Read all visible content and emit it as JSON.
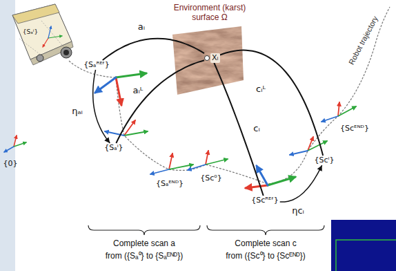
{
  "diagram": {
    "nodes": [
      {
        "text": [
          "Environment (karst) surface Ω"
        ]
      },
      {
        "text": [
          "Xᵢ"
        ],
        "in": 0
      },
      {
        "text": [
          "{Sₐᴿᴱᶠ}"
        ]
      },
      {
        "text": [
          "{Sₐⁱ}"
        ]
      },
      {
        "text": [
          "{Sₐᴱᴺᴰ}"
        ]
      },
      {
        "text": [
          "{Sᴄ⁰}"
        ]
      },
      {
        "text": [
          "{Sᴄᴿᴱᶠ}"
        ]
      },
      {
        "text": [
          "{Sᴄⁱ}"
        ]
      },
      {
        "text": [
          "{Sᴄᴱᴺᴰ}"
        ]
      }
    ],
    "edges": [
      {
        "from": 2,
        "to": 1,
        "label": "aᵢ",
        "arrow": "none"
      },
      {
        "from": 3,
        "to": 1,
        "label": "aᵢᴸ",
        "arrow": "none"
      },
      {
        "from": 2,
        "to": 3,
        "label": "ηₐᵢ",
        "arrow": "to"
      },
      {
        "from": 6,
        "to": 1,
        "label": "cᵢ",
        "arrow": "none"
      },
      {
        "from": 7,
        "to": 1,
        "label": "cᵢᴸ",
        "arrow": "none"
      },
      {
        "from": 6,
        "to": 7,
        "label": "ηᴄᵢ",
        "arrow": "to"
      }
    ],
    "labels": [
      "{Sₐⁱ}",
      "{0}",
      "Robot trajectory",
      "Complete scan a",
      "from ({Sₐ⁰} to {Sₐᴱᴺᴰ})",
      "Complete scan c",
      "from ({Sᴄ⁰} to {Sᴄᴱᴺᴰ})"
    ]
  }
}
